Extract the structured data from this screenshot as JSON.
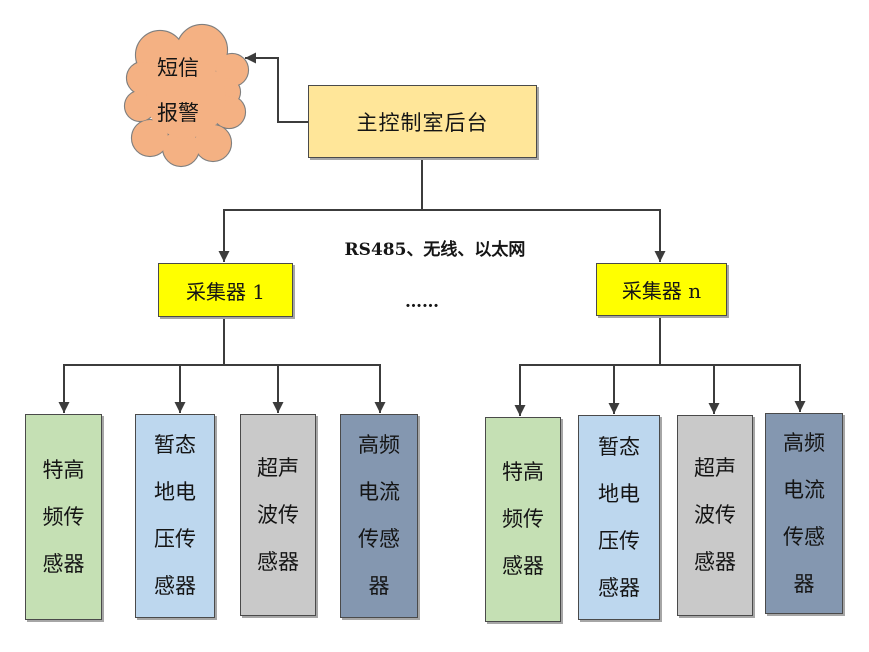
{
  "alarm": {
    "lines": [
      "短信",
      "报警"
    ]
  },
  "main_control": {
    "label": "主控制室后台"
  },
  "link_label": "RS485、无线、以太网",
  "ellipsis": "……",
  "collectors": [
    {
      "label": "采集器 1"
    },
    {
      "label": "采集器 n"
    }
  ],
  "sensor_groups": [
    {
      "sensors": [
        {
          "lines": [
            "特高",
            "频传",
            "感器"
          ]
        },
        {
          "lines": [
            "暂态",
            "地电",
            "压传",
            "感器"
          ]
        },
        {
          "lines": [
            "超声",
            "波传",
            "感器"
          ]
        },
        {
          "lines": [
            "高频",
            "电流",
            "传感",
            "器"
          ]
        }
      ]
    },
    {
      "sensors": [
        {
          "lines": [
            "特高",
            "频传",
            "感器"
          ]
        },
        {
          "lines": [
            "暂态",
            "地电",
            "压传",
            "感器"
          ]
        },
        {
          "lines": [
            "超声",
            "波传",
            "感器"
          ]
        },
        {
          "lines": [
            "高频",
            "电流",
            "传感",
            "器"
          ]
        }
      ]
    }
  ],
  "colors": {
    "cloud": "#F4B183",
    "main_control": "#FFE699",
    "collector": "#FFFF00",
    "uhf_sensor": "#C5E0B4",
    "tev_sensor": "#BDD7EE",
    "ultrasonic_sensor": "#C9C9C9",
    "hfct_sensor": "#8497B0"
  }
}
